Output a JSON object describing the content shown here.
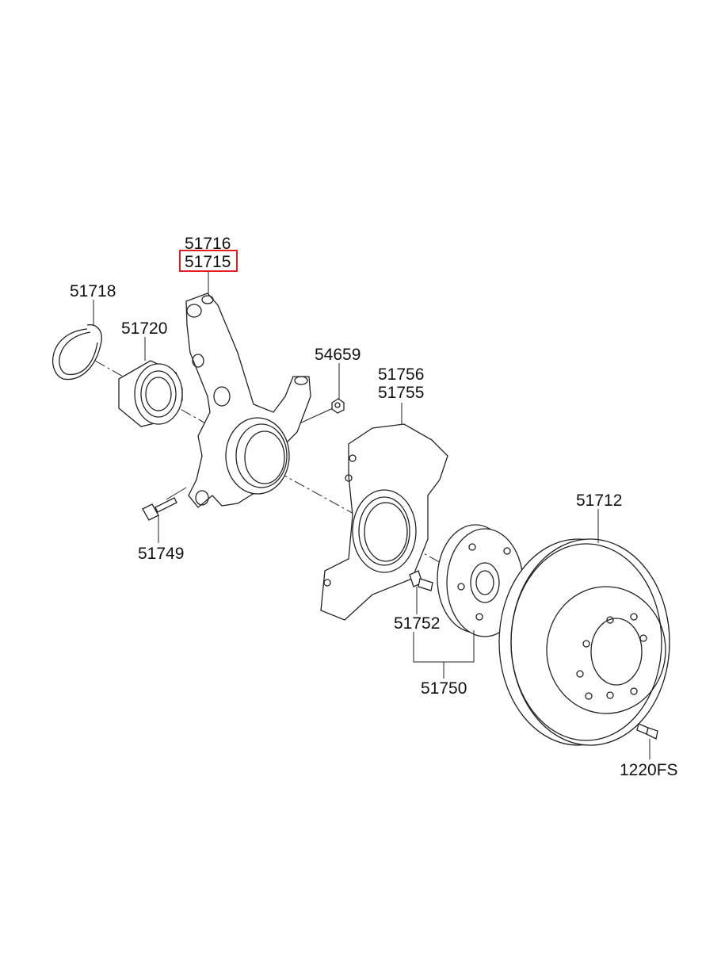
{
  "diagram": {
    "part_numbers": {
      "knuckle_rh": "51716",
      "knuckle_lh": "51715",
      "snap_ring": "51718",
      "wheel_bearing": "51720",
      "nut": "54659",
      "dust_cover_rh": "51756",
      "dust_cover_lh": "51755",
      "brake_disc": "51712",
      "bolt": "51749",
      "hub_bolt": "51752",
      "hub_assembly": "51750",
      "screw": "1220FS"
    },
    "highlighted_part": "51715",
    "highlight_color": "#e02020"
  }
}
